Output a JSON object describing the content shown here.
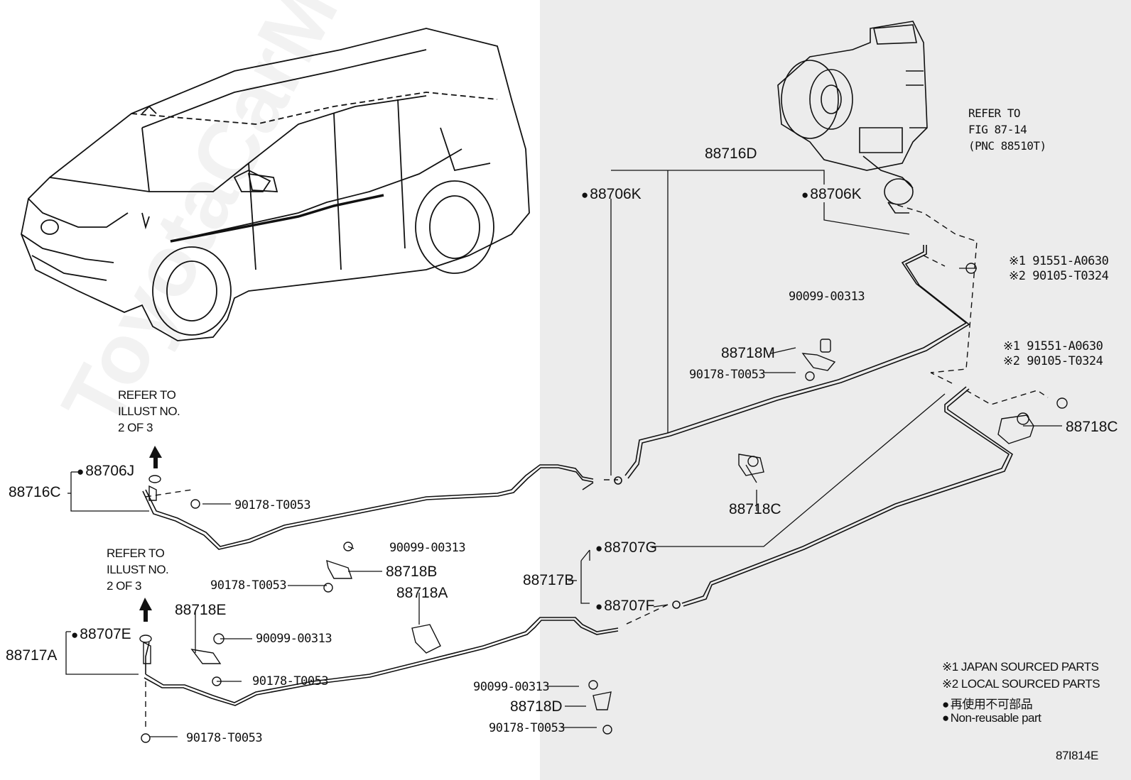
{
  "refer_fig": {
    "line1": "REFER TO",
    "line2": "FIG 87-14",
    "line3": "(PNC 88510T)"
  },
  "refer_illust_top": {
    "line1": "REFER TO",
    "line2": "ILLUST NO.",
    "line3": "2 OF 3"
  },
  "refer_illust_bottom": {
    "line1": "REFER TO",
    "line2": "ILLUST NO.",
    "line3": "2 OF 3"
  },
  "parts": {
    "p88716D": "88716D",
    "p88706K_left": "88706K",
    "p88706K_right": "88706K",
    "p91551_top": "※1 91551-A0630",
    "p90105_top": "※2 90105-T0324",
    "p91551_mid": "※1 91551-A0630",
    "p90105_mid": "※2 90105-T0324",
    "p90099_upper": "90099-00313",
    "p88718M": "88718M",
    "p90178_upper": "90178-T0053",
    "p88718C_right": "88718C",
    "p88718C_mid": "88718C",
    "p88716C": "88716C",
    "p88706J": "88706J",
    "p90178_left_top": "90178-T0053",
    "p90099_mid": "90099-00313",
    "p88718B": "88718B",
    "p90178_mid": "90178-T0053",
    "p88718A": "88718A",
    "p88718E": "88718E",
    "p90099_left": "90099-00313",
    "p90178_left_mid": "90178-T0053",
    "p88717A": "88717A",
    "p88707E": "88707E",
    "p90178_left_bottom": "90178-T0053",
    "p90099_bottom": "90099-00313",
    "p88718D": "88718D",
    "p90178_bottom": "90178-T0053",
    "p88707G": "88707G",
    "p88717B": "88717B",
    "p88707F": "88707F"
  },
  "legend": {
    "japan": "※1 JAPAN SOURCED PARTS",
    "local": "※2 LOCAL SOURCED PARTS",
    "non_reusable_jp": "再使用不可部品",
    "non_reusable_en": "Non-reusable part"
  },
  "figure_code": "87I814E",
  "watermark": "ToyotaCarMine.ru"
}
